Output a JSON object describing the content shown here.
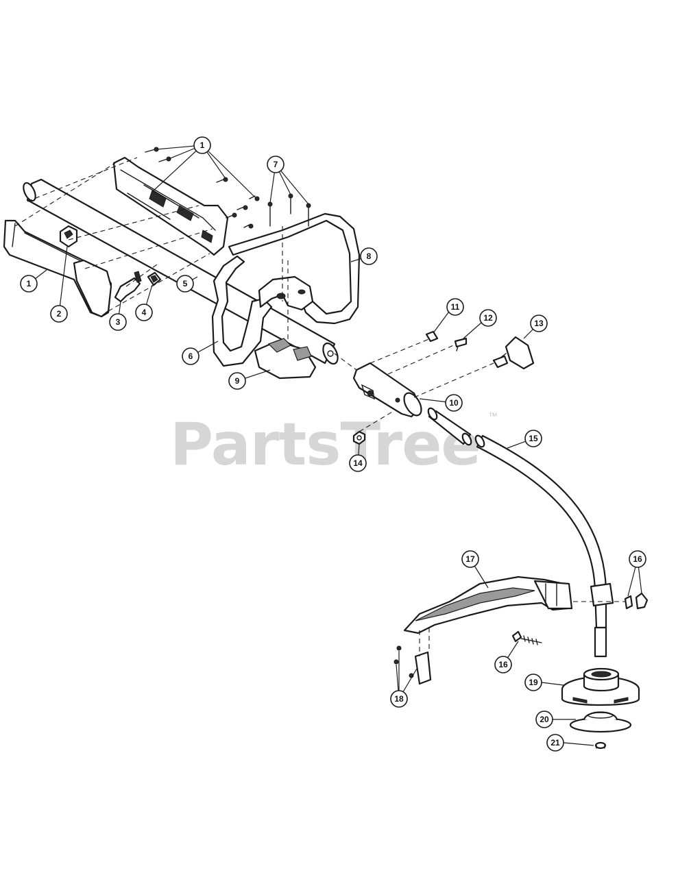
{
  "watermark": {
    "text": "PartsTree",
    "trademark": "™"
  },
  "callouts": [
    {
      "id": "c1a",
      "label": "1"
    },
    {
      "id": "c1b",
      "label": "1"
    },
    {
      "id": "c2",
      "label": "2"
    },
    {
      "id": "c3",
      "label": "3"
    },
    {
      "id": "c4",
      "label": "4"
    },
    {
      "id": "c5",
      "label": "5"
    },
    {
      "id": "c6",
      "label": "6"
    },
    {
      "id": "c7",
      "label": "7"
    },
    {
      "id": "c8",
      "label": "8"
    },
    {
      "id": "c9",
      "label": "9"
    },
    {
      "id": "c10",
      "label": "10"
    },
    {
      "id": "c11",
      "label": "11"
    },
    {
      "id": "c12",
      "label": "12"
    },
    {
      "id": "c13",
      "label": "13"
    },
    {
      "id": "c14",
      "label": "14"
    },
    {
      "id": "c15",
      "label": "15"
    },
    {
      "id": "c16a",
      "label": "16"
    },
    {
      "id": "c16b",
      "label": "16"
    },
    {
      "id": "c17",
      "label": "17"
    },
    {
      "id": "c18",
      "label": "18"
    },
    {
      "id": "c19",
      "label": "19"
    },
    {
      "id": "c20",
      "label": "20"
    },
    {
      "id": "c21",
      "label": "21"
    }
  ]
}
